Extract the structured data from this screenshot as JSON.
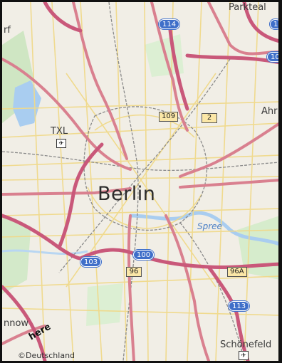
{
  "map": {
    "city_label": "Berlin",
    "places": {
      "parkteal": "Parkteal",
      "left_edge": "rf",
      "ahr": "Ahr",
      "txl": "TXL",
      "nnow": "nnow",
      "schonefeld": "Schönefeld"
    },
    "water_label": "Spree",
    "autobahn_badges": {
      "a114": "114",
      "a_top_right": "1",
      "a10_right": "10",
      "a103": "103",
      "a100": "100",
      "a113": "113"
    },
    "federal_badges": {
      "b109": "109",
      "b2": "2",
      "b96": "96",
      "b96a": "96A"
    },
    "logo_text": "here",
    "copyright": "©Deutschland"
  }
}
